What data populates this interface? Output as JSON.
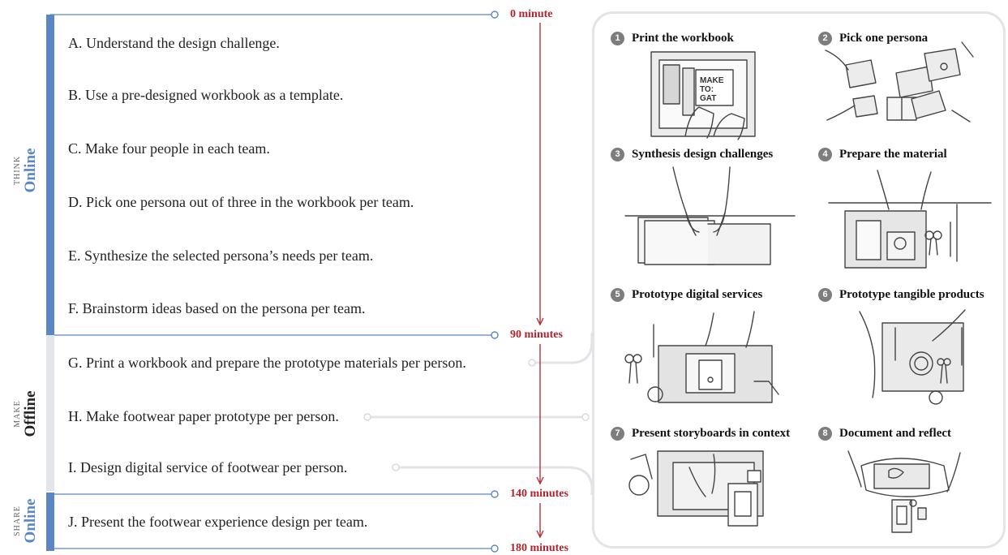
{
  "phases": {
    "think": {
      "small": "THINK",
      "mode": "Online"
    },
    "make": {
      "small": "MAKE",
      "mode": "Offline"
    },
    "share": {
      "small": "SHARE",
      "mode": "Online"
    }
  },
  "steps": [
    "A. Understand the design challenge.",
    "B. Use a pre-designed workbook as a template.",
    "C. Make four people in each team.",
    "D. Pick one persona out of three in the workbook per team.",
    "E. Synthesize the selected persona’s needs per team.",
    "F. Brainstorm ideas based on the persona per team.",
    "G. Print a workbook and prepare the prototype materials per person.",
    "H. Make footwear paper prototype per person.",
    "I. Design digital service of footwear per person.",
    "J. Present the footwear experience design per team."
  ],
  "timeline": [
    "0 minute",
    "90 minutes",
    "140 minutes",
    "180 minutes"
  ],
  "activities": [
    {
      "num": "1",
      "title": "Print the workbook",
      "icon": "workbook-print-illustration"
    },
    {
      "num": "2",
      "title": "Pick one persona",
      "icon": "persona-cards-illustration"
    },
    {
      "num": "3",
      "title": "Synthesis design challenges",
      "icon": "synthesis-hands-illustration"
    },
    {
      "num": "4",
      "title": "Prepare the material",
      "icon": "material-scissors-illustration"
    },
    {
      "num": "5",
      "title": "Prototype digital services",
      "icon": "digital-prototype-illustration"
    },
    {
      "num": "6",
      "title": "Prototype tangible products",
      "icon": "tangible-prototype-illustration"
    },
    {
      "num": "7",
      "title": "Present storyboards in context",
      "icon": "storyboard-illustration"
    },
    {
      "num": "8",
      "title": "Document and reflect",
      "icon": "phone-document-illustration"
    }
  ],
  "workbook_text": "MAKE TO: GAT",
  "colors": {
    "online": "#5b86c4",
    "offline": "#e3e5e8",
    "timeline": "#b0242e",
    "connector": "#e2e4e7"
  }
}
